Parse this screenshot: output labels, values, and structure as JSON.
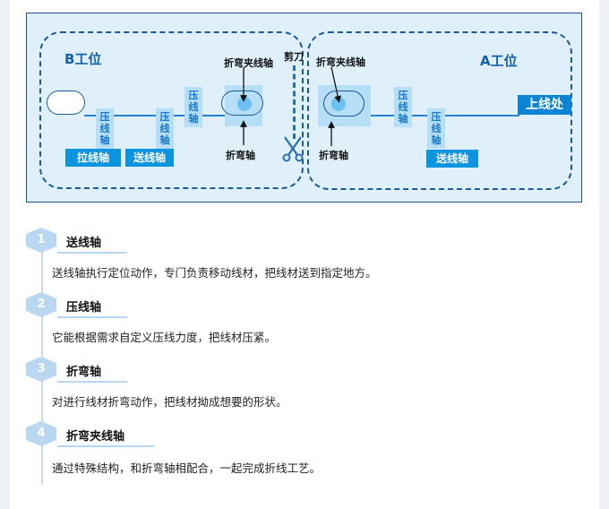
{
  "diagram": {
    "station_b_title": "B工位",
    "station_a_title": "A工位",
    "cutter_label": "剪刀",
    "cutter_icon": "scissors-icon",
    "output_label": "上线处",
    "left_pull_tag": "拉线轴",
    "left_feed_tag": "送线轴",
    "right_feed_tag": "送线轴",
    "press_chars": [
      "压",
      "线",
      "轴"
    ],
    "bend_clamp_label": "折弯夹线轴",
    "bend_axis_label": "折弯轴",
    "colors": {
      "accent": "#1560ad",
      "tag": "#0d94df",
      "light": "#b7def7",
      "background": "#dff0fb"
    }
  },
  "sections": [
    {
      "num": "1",
      "title": "送线轴",
      "desc": "送线轴执行定位动作，专门负责移动线材，把线材送到指定地方。"
    },
    {
      "num": "2",
      "title": "压线轴",
      "desc": "它能根据需求自定义压线力度，把线材压紧。"
    },
    {
      "num": "3",
      "title": "折弯轴",
      "desc": "对进行线材折弯动作，把线材拗成想要的形状。"
    },
    {
      "num": "4",
      "title": "折弯夹线轴",
      "desc": "通过特殊结构，和折弯轴相配合，一起完成折线工艺。"
    }
  ]
}
